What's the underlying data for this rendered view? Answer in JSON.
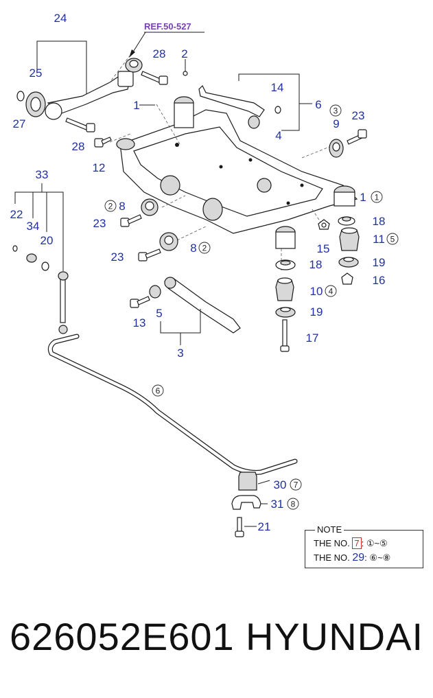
{
  "ref_label": "REF.50-527",
  "callouts": [
    {
      "id": "24",
      "text": "24"
    },
    {
      "id": "25",
      "text": "25"
    },
    {
      "id": "27",
      "text": "27"
    },
    {
      "id": "28a",
      "text": "28"
    },
    {
      "id": "28b",
      "text": "28"
    },
    {
      "id": "2",
      "text": "2"
    },
    {
      "id": "1a",
      "text": "1"
    },
    {
      "id": "14",
      "text": "14"
    },
    {
      "id": "6",
      "text": "6"
    },
    {
      "id": "4",
      "text": "4"
    },
    {
      "id": "9",
      "text": "9"
    },
    {
      "id": "23a",
      "text": "23"
    },
    {
      "id": "12",
      "text": "12"
    },
    {
      "id": "33",
      "text": "33"
    },
    {
      "id": "22",
      "text": "22"
    },
    {
      "id": "34",
      "text": "34"
    },
    {
      "id": "20",
      "text": "20"
    },
    {
      "id": "8a",
      "text": "8"
    },
    {
      "id": "23b",
      "text": "23"
    },
    {
      "id": "8b",
      "text": "8"
    },
    {
      "id": "23c",
      "text": "23"
    },
    {
      "id": "1b",
      "text": "1"
    },
    {
      "id": "18a",
      "text": "18"
    },
    {
      "id": "11",
      "text": "11"
    },
    {
      "id": "15",
      "text": "15"
    },
    {
      "id": "18b",
      "text": "18"
    },
    {
      "id": "19a",
      "text": "19"
    },
    {
      "id": "16",
      "text": "16"
    },
    {
      "id": "10",
      "text": "10"
    },
    {
      "id": "19b",
      "text": "19"
    },
    {
      "id": "17",
      "text": "17"
    },
    {
      "id": "13",
      "text": "13"
    },
    {
      "id": "5",
      "text": "5"
    },
    {
      "id": "3",
      "text": "3"
    },
    {
      "id": "30",
      "text": "30"
    },
    {
      "id": "31",
      "text": "31"
    },
    {
      "id": "21",
      "text": "21"
    }
  ],
  "circled": [
    {
      "id": "c3",
      "text": "3"
    },
    {
      "id": "c1",
      "text": "1"
    },
    {
      "id": "c2a",
      "text": "2"
    },
    {
      "id": "c2b",
      "text": "2"
    },
    {
      "id": "c5",
      "text": "5"
    },
    {
      "id": "c4",
      "text": "4"
    },
    {
      "id": "c6",
      "text": "6"
    },
    {
      "id": "c7",
      "text": "7"
    },
    {
      "id": "c8",
      "text": "8"
    }
  ],
  "note": {
    "title": "NOTE",
    "row1": {
      "prefix": "THE NO.",
      "number": "7",
      "sep": ":",
      "range_start": "①",
      "tilde": "~",
      "range_end": "⑤"
    },
    "row2": {
      "prefix": "THE NO.",
      "number": "29",
      "sep": ":",
      "range_start": "⑥",
      "tilde": "~",
      "range_end": "⑧"
    }
  },
  "footer": {
    "part_number": "626052E601",
    "brand": "HYUNDAI"
  },
  "colors": {
    "callout": "#1f2fa8",
    "ref": "#7a3fb5",
    "highlight_box": "#d22222"
  }
}
